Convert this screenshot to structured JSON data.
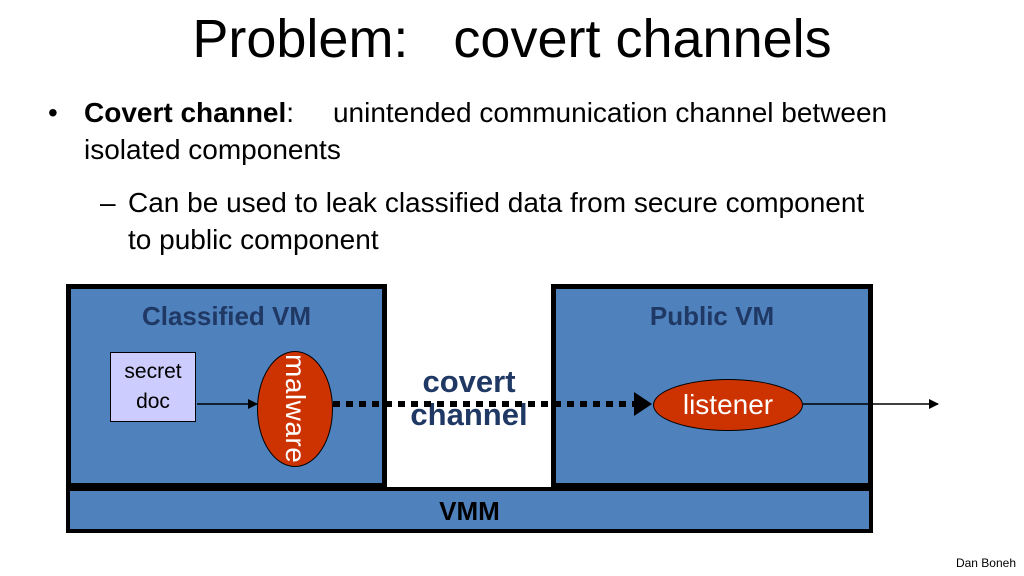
{
  "slide": {
    "title": "Problem:   covert channels",
    "bullet": {
      "marker": "•",
      "term": "Covert channel",
      "colon": ":",
      "text": "unintended communication channel between isolated components"
    },
    "sub_bullet": {
      "marker": "–",
      "text": "Can be used to leak classified data from secure component to public component"
    },
    "footer": "Dan Boneh"
  },
  "diagram": {
    "classified_vm": "Classified VM",
    "public_vm": "Public VM",
    "secret_doc_line1": "secret",
    "secret_doc_line2": "doc",
    "malware": "malware",
    "covert_line1": "covert",
    "covert_line2": "channel",
    "listener": "listener",
    "vmm": "VMM",
    "colors": {
      "vm_fill": "#4f81bd",
      "vm_label": "#1f3864",
      "malware_fill": "#cc3300",
      "secret_fill": "#ccccff"
    }
  }
}
